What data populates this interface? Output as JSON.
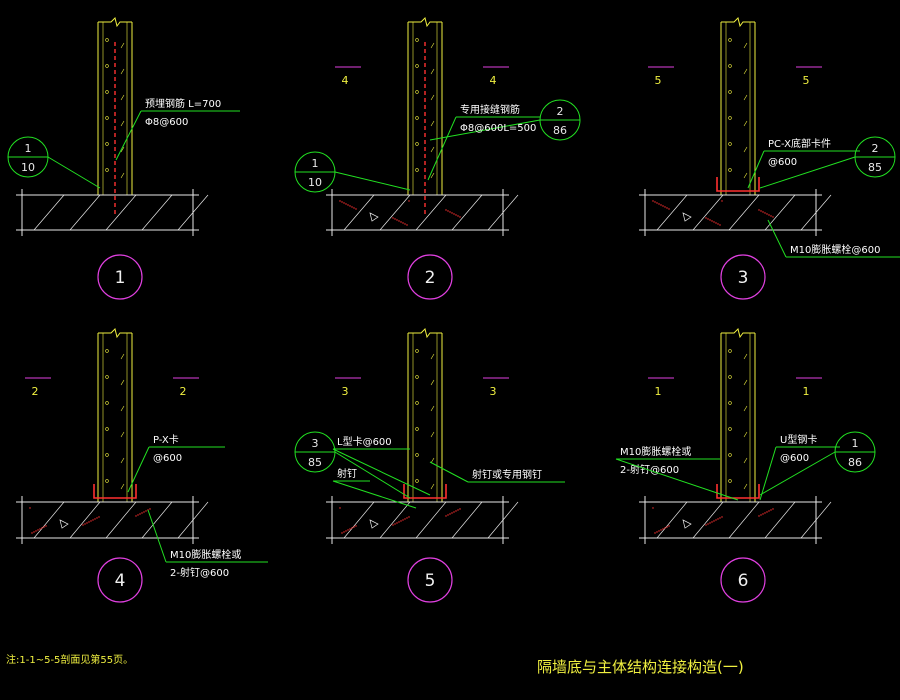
{
  "colors": {
    "background": "#000000",
    "wall": "#f0f040",
    "leader": "#22e022",
    "rebar": "#ff3030",
    "bubble": "#e040e0",
    "text": "#ffffff",
    "slab_lines": "#e8e8e8"
  },
  "details": [
    {
      "number": "1",
      "section_marks": [],
      "ref_bubbles": [
        {
          "top": "1",
          "bottom": "10"
        }
      ],
      "notes": [
        {
          "lines": [
            "预埋钢筋 L=700",
            "Φ8@600"
          ]
        }
      ]
    },
    {
      "number": "2",
      "section_marks": [
        "4",
        "4"
      ],
      "ref_bubbles": [
        {
          "top": "1",
          "bottom": "10"
        },
        {
          "top": "2",
          "bottom": "86"
        }
      ],
      "notes": [
        {
          "lines": [
            "专用接缝钢筋",
            "Φ8@600L=500"
          ]
        }
      ]
    },
    {
      "number": "3",
      "section_marks": [
        "5",
        "5"
      ],
      "ref_bubbles": [
        {
          "top": "2",
          "bottom": "85"
        }
      ],
      "notes": [
        {
          "lines": [
            "PC-X底部卡件",
            "@600"
          ]
        },
        {
          "lines": [
            "M10膨胀螺栓@600"
          ]
        }
      ]
    },
    {
      "number": "4",
      "section_marks": [
        "2",
        "2"
      ],
      "ref_bubbles": [],
      "notes": [
        {
          "lines": [
            "P-X卡",
            "@600"
          ]
        },
        {
          "lines": [
            "M10膨胀螺栓或",
            "2-射钉@600"
          ]
        }
      ]
    },
    {
      "number": "5",
      "section_marks": [
        "3",
        "3"
      ],
      "ref_bubbles": [
        {
          "top": "3",
          "bottom": "85"
        }
      ],
      "notes": [
        {
          "lines": [
            "L型卡@600"
          ]
        },
        {
          "lines": [
            "射钉"
          ]
        },
        {
          "lines": [
            "射钉或专用钢钉"
          ]
        }
      ]
    },
    {
      "number": "6",
      "section_marks": [
        "1",
        "1"
      ],
      "ref_bubbles": [
        {
          "top": "1",
          "bottom": "86"
        }
      ],
      "notes": [
        {
          "lines": [
            "M10膨胀螺栓或",
            "2-射钉@600"
          ]
        },
        {
          "lines": [
            "U型钢卡",
            "@600"
          ]
        }
      ]
    }
  ],
  "footer": {
    "note": "注:1-1~5-5剖面见第55页。",
    "title": "隔墙底与主体结构连接构造(一)"
  }
}
